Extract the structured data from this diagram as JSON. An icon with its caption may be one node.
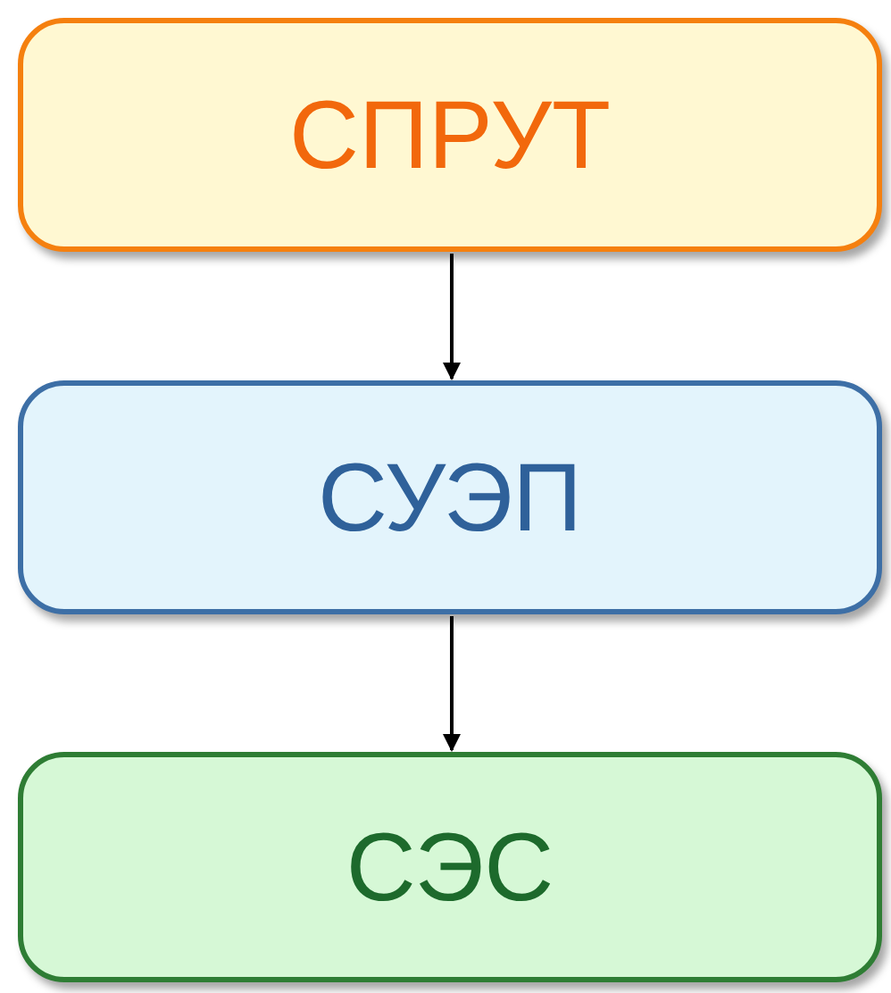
{
  "diagram": {
    "nodes": [
      {
        "text": [
          "СПРУТ"
        ]
      },
      {
        "text": [
          "СУЭП"
        ]
      },
      {
        "text": [
          "СЭС"
        ]
      }
    ],
    "edges": [
      {
        "from": 0,
        "to": 1,
        "arrow": "to"
      },
      {
        "from": 1,
        "to": 2,
        "arrow": "to"
      }
    ]
  }
}
